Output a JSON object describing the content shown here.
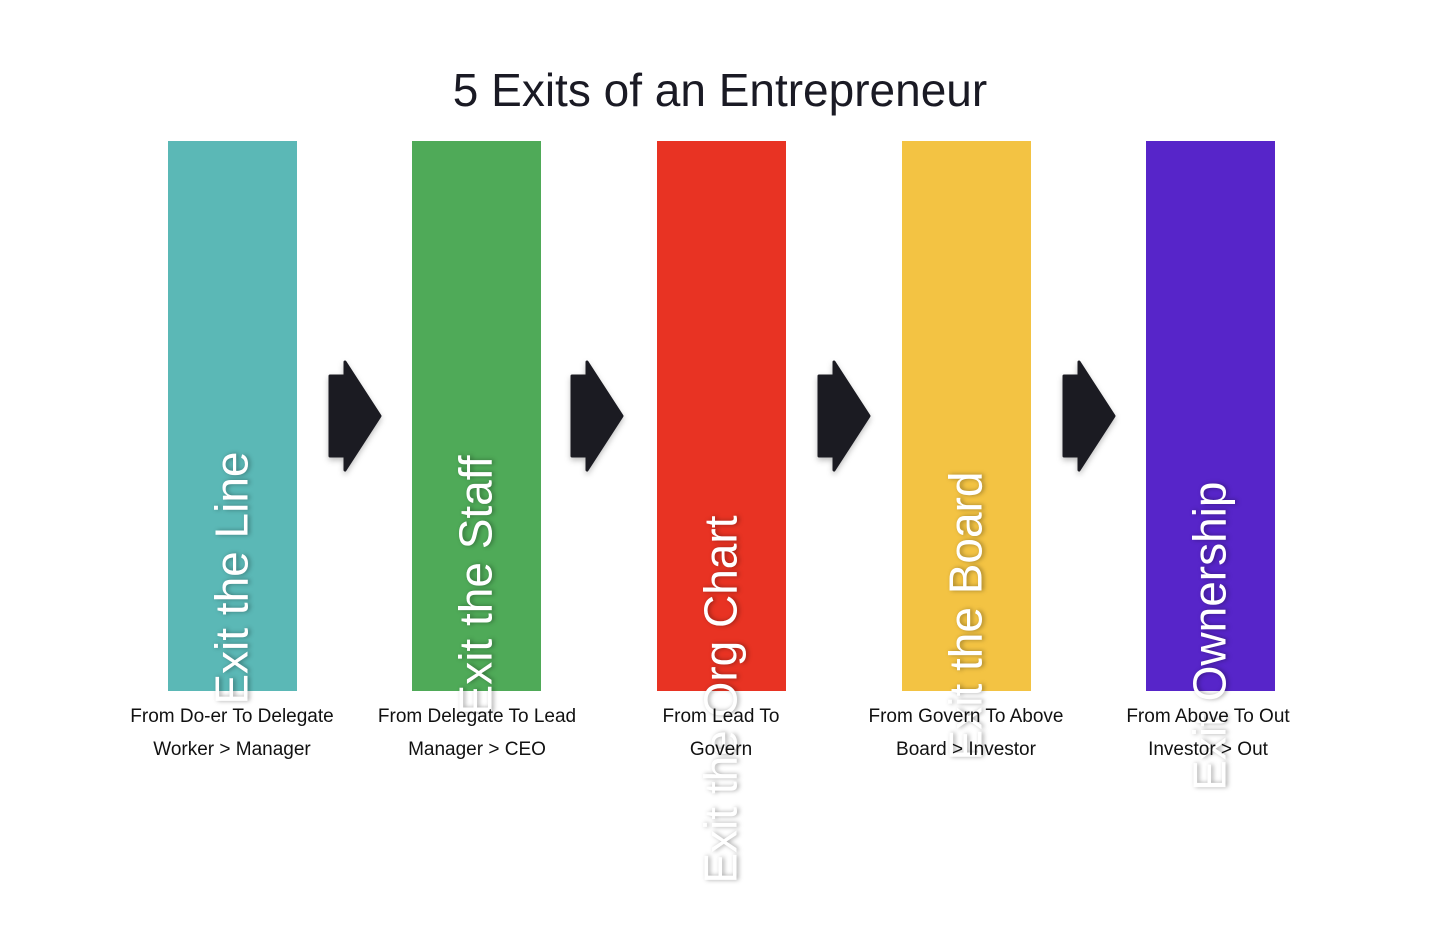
{
  "title": "5 Exits of an Entrepreneur",
  "stages": [
    {
      "label": "Exit the Line",
      "color": "#5bb8b6",
      "caption_line1": "From Do-er To Delegate",
      "caption_line2": "Worker > Manager"
    },
    {
      "label": "Exit the Staff",
      "color": "#4faa58",
      "caption_line1": "From Delegate To Lead",
      "caption_line2": "Manager > CEO"
    },
    {
      "label": "Exit the Org Chart",
      "color": "#e83323",
      "caption_line1": "From Lead To",
      "caption_line2": "Govern"
    },
    {
      "label": "Exit the Board",
      "color": "#f3c343",
      "caption_line1": "From Govern To Above",
      "caption_line2": "Board > Investor"
    },
    {
      "label": "Exit Ownership",
      "color": "#5725c9",
      "caption_line1": "From Above To Out",
      "caption_line2": "Investor > Out"
    }
  ],
  "arrow_color": "#1b1b22",
  "arrow_icon": "chevron-right-arrow-icon"
}
